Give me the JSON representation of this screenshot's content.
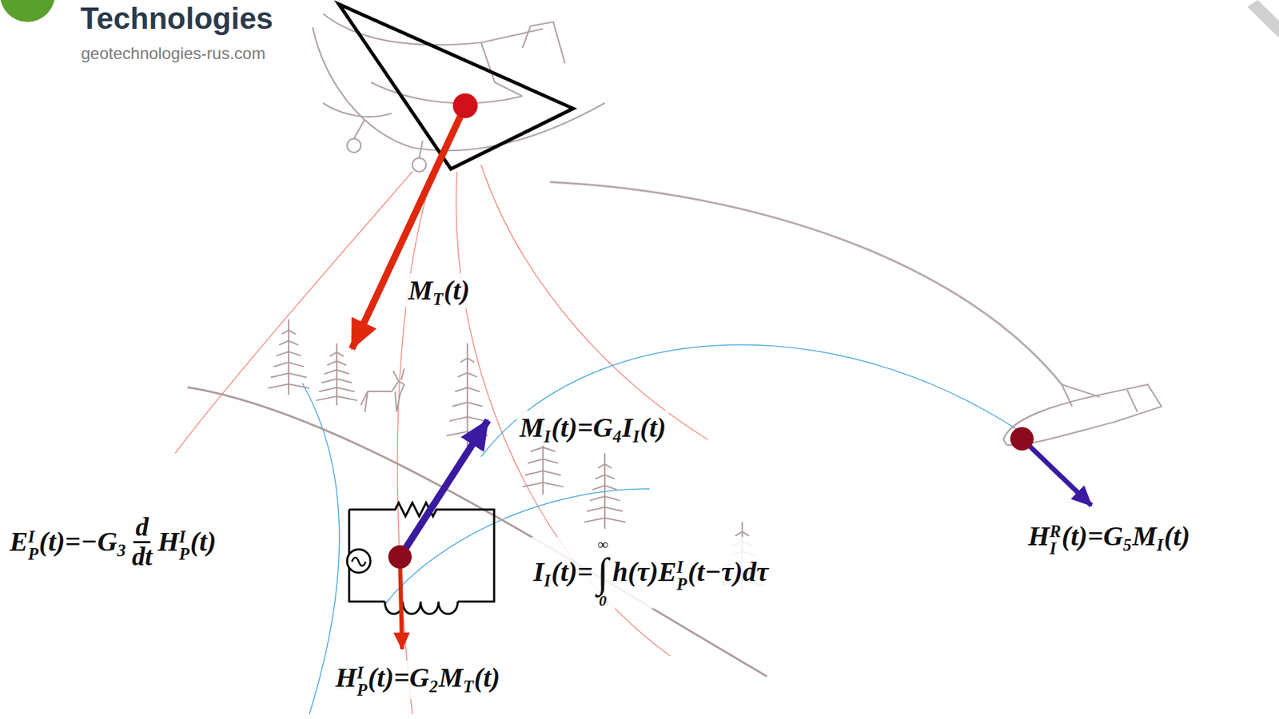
{
  "diagram": {
    "labels": [
      "Technologies",
      "geotechnologies-rus.com",
      "M",
      "T",
      "(t)",
      "M",
      "I",
      "(t)=G",
      "4",
      "I",
      "I",
      "(t)",
      "E",
      "I",
      "P",
      "(t)=−G",
      "3",
      "d",
      "dt",
      "H",
      "I",
      "P",
      "(t)",
      "I",
      "I",
      "(t)=",
      "∫",
      "∞",
      "0",
      "h(τ)E",
      "I",
      "P",
      "(t−τ)dτ",
      "H",
      "I",
      "P",
      "(t)=G",
      "2",
      "M",
      "T",
      "(t)",
      "H",
      "R",
      "I",
      "(t)=G",
      "5",
      "M",
      "I",
      "(t)"
    ]
  }
}
